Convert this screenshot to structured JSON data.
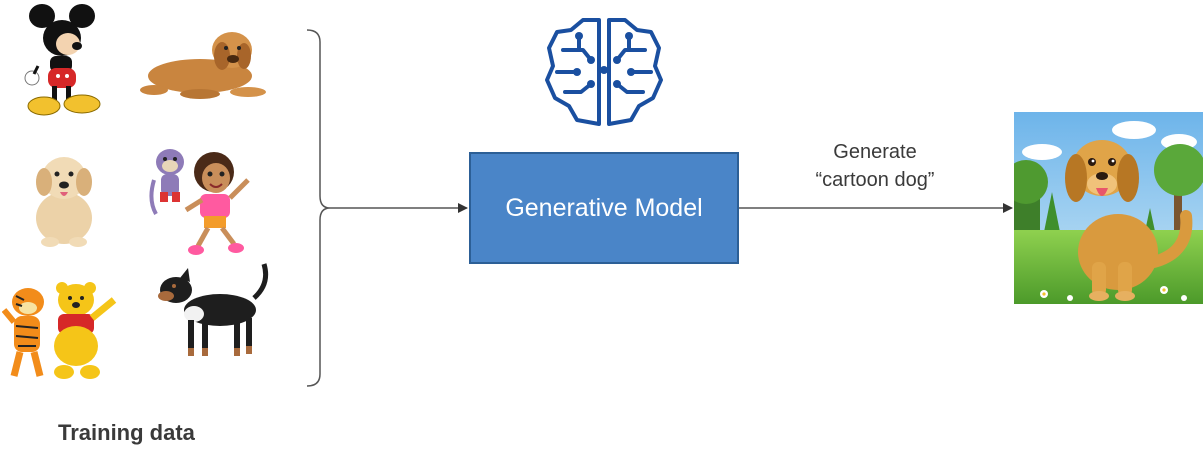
{
  "training": {
    "label": "Training data",
    "items": [
      {
        "icon": "mickey-mouse-icon"
      },
      {
        "icon": "lying-dog-icon"
      },
      {
        "icon": "puppy-icon"
      },
      {
        "icon": "dora-boots-icon"
      },
      {
        "icon": "tigger-pooh-icon"
      },
      {
        "icon": "standing-dog-icon"
      }
    ]
  },
  "brain_icon": "brain-circuit-icon",
  "model": {
    "label": "Generative Model",
    "fill_color": "#4a85c8",
    "border_color": "#2c5f96"
  },
  "prompt": {
    "line1": "Generate",
    "line2": "“cartoon dog”"
  },
  "output": {
    "icon": "cartoon-dog-image"
  }
}
